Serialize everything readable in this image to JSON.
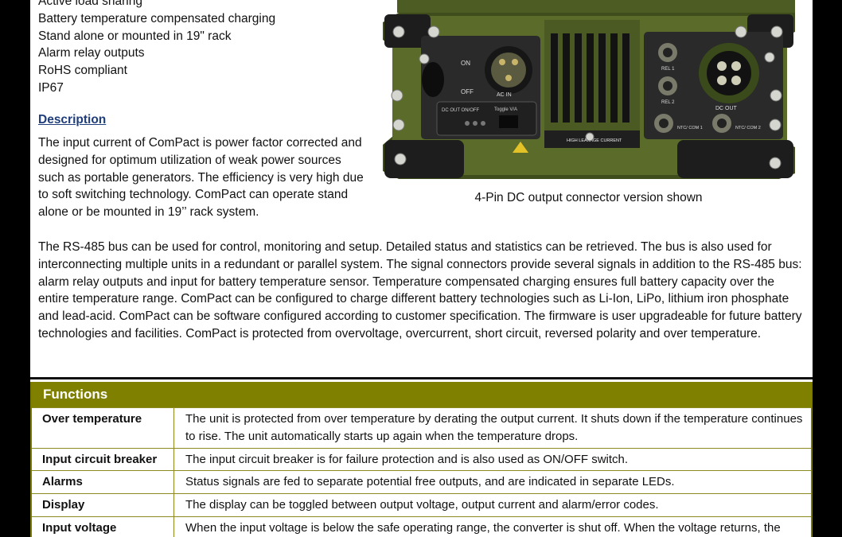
{
  "features": [
    "Active load sharing",
    "Battery temperature compensated charging",
    "Stand alone or mounted in 19\" rack",
    "Alarm relay outputs",
    "RoHS compliant",
    "IP67"
  ],
  "description": {
    "heading": "Description",
    "paragraph1": "The input current of ComPact is power factor corrected and designed for optimum utilization of weak power sources such as portable generators. The efficiency is very high due to soft switching technology. ComPact can operate stand alone or be mounted in 19’’ rack system.",
    "paragraph2": "The RS-485 bus can be used for control, monitoring and setup. Detailed status and statistics can be retrieved. The bus is also used for interconnecting multiple units in a redundant or parallel system. The signal connectors provide several signals in addition to the RS-485 bus: alarm relay outputs and input for battery temperature sensor. Temperature compensated charging ensures full battery capacity over the entire temperature range. ComPact can be configured to charge different battery technologies such as Li-Ion, LiPo, lithium iron phosphate  and lead-acid. ComPact can be software configured according to customer specification. The firmware is user upgradeable for future battery technologies and facilities. ComPact is protected from overvoltage, overcurrent, short circuit, reversed polarity and over temperature."
  },
  "photo": {
    "caption": "4-Pin DC output connector version shown",
    "labels": {
      "on": "ON",
      "off": "OFF",
      "ac_in": "AC IN",
      "dc_out_switch": "DC OUT ON/OFF",
      "toggle": "Toggle V/A",
      "rel1": "REL 1",
      "rel2": "REL 2",
      "ntc1": "NTC/ COM 1",
      "ntc2": "NTC/ COM 2",
      "dc_out": "DC OUT",
      "warning": "HIGH LEAKAGE CURRENT"
    },
    "colors": {
      "body": "#5a6b2a",
      "body_dark": "#3c4a1a",
      "panel": "#1c1c1c"
    }
  },
  "functions": {
    "title": "Functions",
    "rows": [
      {
        "name": "Over temperature",
        "text": "The unit is protected from over temperature by derating the output current. It shuts down if the temperature continues to rise. The unit automatically starts up again when the temperature drops."
      },
      {
        "name": "Input circuit breaker",
        "text": "The input circuit breaker is for failure protection and is also used as ON/OFF switch."
      },
      {
        "name": "Alarms",
        "text": "Status signals are fed to separate potential free outputs, and are indicated in separate LEDs."
      },
      {
        "name": "Display",
        "text": "The display can be toggled between output voltage, output current and alarm/error codes."
      },
      {
        "name": "Input voltage",
        "text": "When the input voltage is below the safe operating range, the converter is shut off.  When the voltage returns, the converter is turned on again."
      }
    ]
  },
  "colors": {
    "accent": "#808000",
    "heading_link": "#1f3d7a"
  }
}
